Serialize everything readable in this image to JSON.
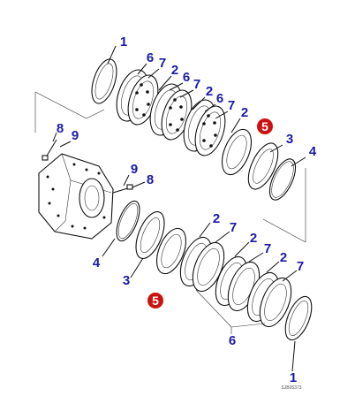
{
  "colors": {
    "label": "#1a1aa8",
    "badge": "#cc1111",
    "line": "#111111"
  },
  "labels": [
    {
      "text": "1"
    },
    {
      "text": "6"
    },
    {
      "text": "7"
    },
    {
      "text": "2"
    },
    {
      "text": "6"
    },
    {
      "text": "7"
    },
    {
      "text": "2"
    },
    {
      "text": "6"
    },
    {
      "text": "7"
    },
    {
      "text": "2"
    },
    {
      "text": "3"
    },
    {
      "text": "4"
    },
    {
      "text": "8"
    },
    {
      "text": "9"
    },
    {
      "text": "9"
    },
    {
      "text": "8"
    },
    {
      "text": "4"
    },
    {
      "text": "3"
    },
    {
      "text": "2"
    },
    {
      "text": "7"
    },
    {
      "text": "2"
    },
    {
      "text": "7"
    },
    {
      "text": "2"
    },
    {
      "text": "7"
    },
    {
      "text": "6"
    },
    {
      "text": "1"
    }
  ],
  "badges": [
    {
      "text": "5"
    },
    {
      "text": "5"
    }
  ],
  "drawing_code": "SJB05373"
}
